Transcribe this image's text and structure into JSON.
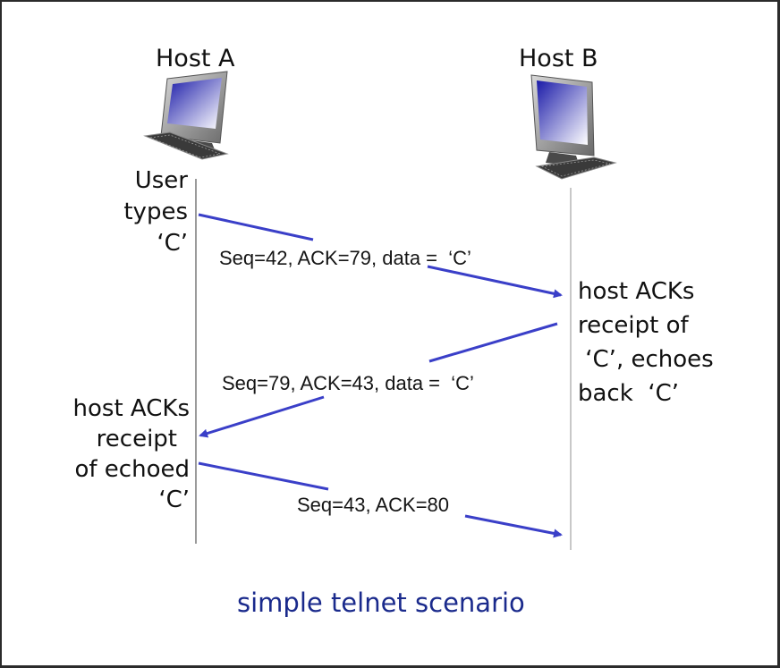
{
  "hosts": [
    {
      "label": "Host A",
      "icon": "computer-icon"
    },
    {
      "label": "Host B",
      "icon": "computer-icon"
    }
  ],
  "notes": {
    "host_a_1": [
      "User",
      "types",
      "‘C’"
    ],
    "host_b_1": [
      "host ACKs",
      "receipt of",
      " ‘C’, echoes",
      "back  ‘C’"
    ],
    "host_a_2": [
      "host ACKs",
      "receipt",
      "of echoed",
      "‘C’"
    ]
  },
  "messages": [
    {
      "from": "Host A",
      "to": "Host B",
      "label": "Seq=42, ACK=79, data =  ‘C’"
    },
    {
      "from": "Host B",
      "to": "Host A",
      "label": "Seq=79, ACK=43, data =  ‘C’"
    },
    {
      "from": "Host A",
      "to": "Host B",
      "label": "Seq=43, ACK=80"
    }
  ],
  "caption": "simple telnet scenario",
  "colors": {
    "arrow": "#3a3fc8",
    "timeline": "#9a9a9a",
    "caption": "#1a2a8c",
    "screen_top": "#1a1aa8",
    "screen_bottom": "#ffffff"
  }
}
